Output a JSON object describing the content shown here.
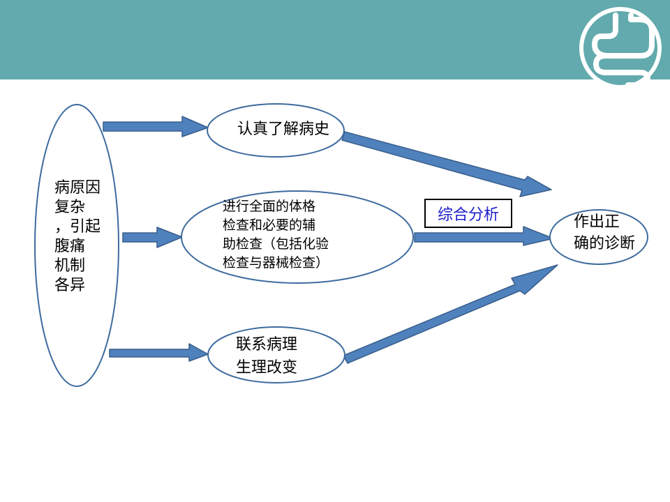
{
  "nodes": {
    "cause": "病原因\n复杂\n，引起\n腹痛\n机制\n各异",
    "history": "认真了解病史",
    "exam": "进行全面的体格\n检查和必要的辅\n助检查（包括化验\n检查与器械检查）",
    "pathophysiology": "联系病理\n生理改变",
    "diagnosis": "作出正\n确的诊断"
  },
  "analysis_label": "综合分析",
  "colors": {
    "header": "#62aaad",
    "arrow_fill": "#4f81bd",
    "arrow_stroke": "#385d8a",
    "ellipse_stroke": "#3d6b9e",
    "analysis_text": "#1e1ecc"
  },
  "icons": {
    "logo": "stomach-intestine-icon"
  }
}
